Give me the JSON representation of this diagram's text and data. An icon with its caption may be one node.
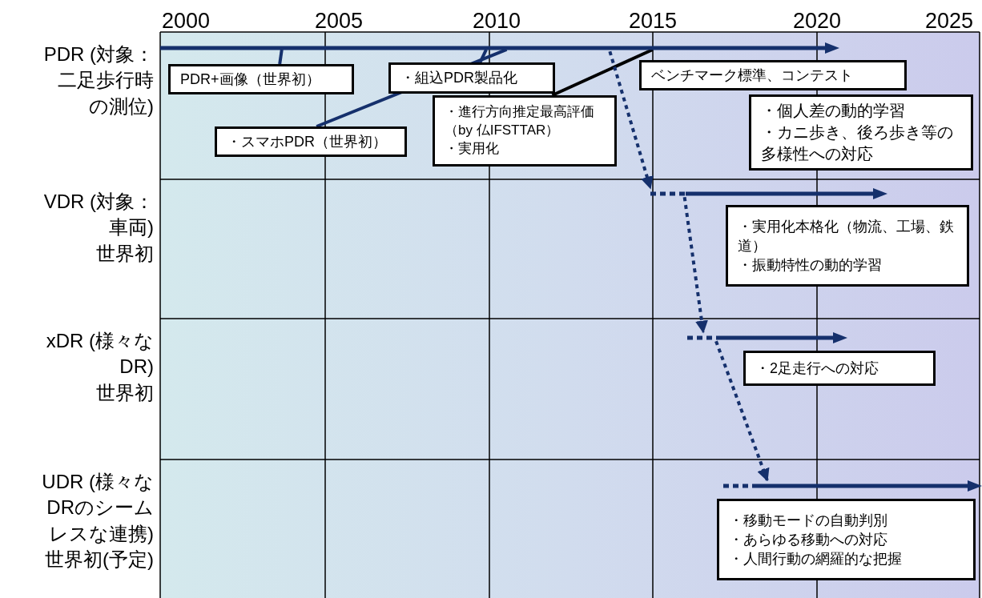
{
  "diagram": {
    "nodes": [
      {
        "text": [],
        "shape": "arrow"
      },
      {
        "text": [
          "PDR+画像（世界初）"
        ]
      },
      {
        "text": [
          "・組込PDR製品化"
        ]
      },
      {
        "text": [
          "ベンチマーク標準、コンテスト"
        ]
      },
      {
        "text": [
          "・進行方向推定最高評価（by 仏IFSTTAR）",
          "・実用化"
        ]
      },
      {
        "text": [
          "・スマホPDR（世界初）"
        ]
      },
      {
        "text": [
          "・個人差の動的学習",
          "・カニ歩き、後ろ歩き等の多様性への対応"
        ]
      },
      {
        "text": [],
        "shape": "arrow"
      },
      {
        "text": [
          "・実用化本格化（物流、工場、鉄道）",
          "・振動特性の動的学習"
        ]
      },
      {
        "text": [],
        "shape": "arrow"
      },
      {
        "text": [
          "・2足走行への対応"
        ]
      },
      {
        "text": [],
        "shape": "arrow"
      },
      {
        "text": [
          "・移動モードの自動判別",
          "・あらゆる移動への対応",
          "・人間行動の網羅的な把握"
        ]
      }
    ],
    "edges": [
      {
        "from": 1,
        "to": 0,
        "arrow": "none"
      },
      {
        "from": 2,
        "to": 0,
        "arrow": "none"
      },
      {
        "from": 5,
        "to": 0,
        "arrow": "none"
      },
      {
        "from": 4,
        "to": 0,
        "arrow": "none",
        "color": "#000000"
      },
      {
        "from": 0,
        "to": 7,
        "arrow": "to",
        "style": "dashed"
      },
      {
        "from": 7,
        "to": 9,
        "arrow": "to",
        "style": "dashed"
      },
      {
        "from": 9,
        "to": 11,
        "arrow": "to",
        "style": "dashed"
      }
    ],
    "labels": [
      "2000",
      "2005",
      "2010",
      "2015",
      "2020",
      "2025",
      "PDR (対象：二足歩行時の測位)",
      "VDR (対象：車両)",
      "世界初",
      "xDR (様々なDR)",
      "世界初",
      "UDR (様々なDRのシームレスな連携)",
      "世界初(予定)"
    ]
  }
}
